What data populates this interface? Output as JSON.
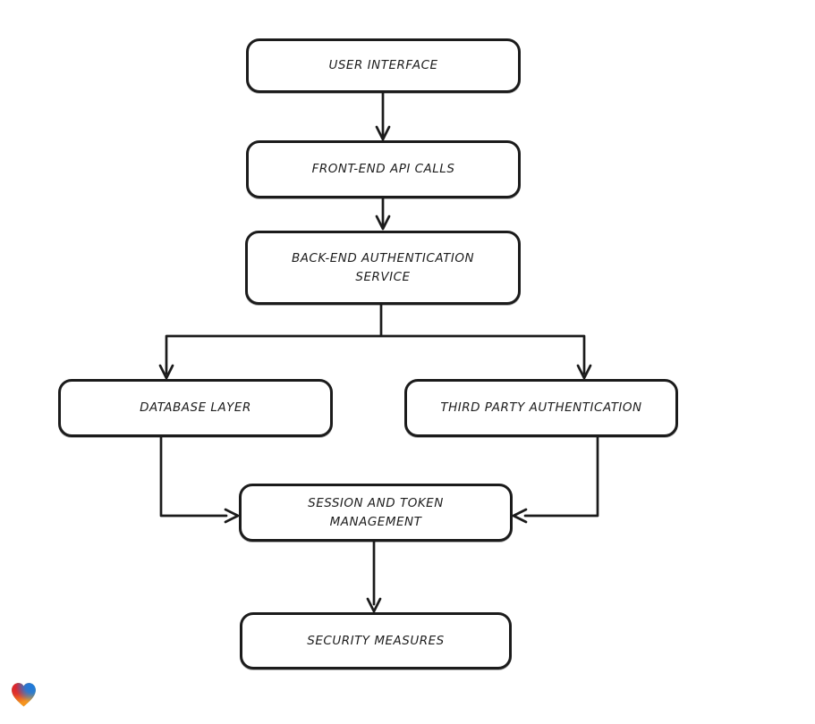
{
  "diagram": {
    "type": "flowchart",
    "style": "hand-drawn",
    "nodes": [
      {
        "id": "user-interface",
        "label": "USER INTERFACE"
      },
      {
        "id": "front-end-api-calls",
        "label": "FRONT-END API CALLS"
      },
      {
        "id": "back-end-authentication-service",
        "label": "BACK-END AUTHENTICATION SERVICE"
      },
      {
        "id": "database-layer",
        "label": "DATABASE LAYER"
      },
      {
        "id": "third-party-authentication",
        "label": "THIRD PARTY AUTHENTICATION"
      },
      {
        "id": "session-and-token-management",
        "label": "SESSION AND TOKEN MANAGEMENT"
      },
      {
        "id": "security-measures",
        "label": "SECURITY MEASURES"
      }
    ],
    "edges": [
      {
        "from": "user-interface",
        "to": "front-end-api-calls"
      },
      {
        "from": "front-end-api-calls",
        "to": "back-end-authentication-service"
      },
      {
        "from": "back-end-authentication-service",
        "to": "database-layer"
      },
      {
        "from": "back-end-authentication-service",
        "to": "third-party-authentication"
      },
      {
        "from": "database-layer",
        "to": "session-and-token-management"
      },
      {
        "from": "third-party-authentication",
        "to": "session-and-token-management"
      },
      {
        "from": "session-and-token-management",
        "to": "security-measures"
      }
    ],
    "colors": {
      "background": "#ffffff",
      "stroke": "#1b1b1b",
      "node_fill": "#ffffff",
      "text": "#1e1e1e"
    }
  },
  "logo": {
    "name": "gradient-heart-logo",
    "shape": "heart",
    "colors": {
      "red": "#e3202b",
      "blue": "#2079dc",
      "green": "#7cab45",
      "orange": "#f7941e"
    }
  }
}
